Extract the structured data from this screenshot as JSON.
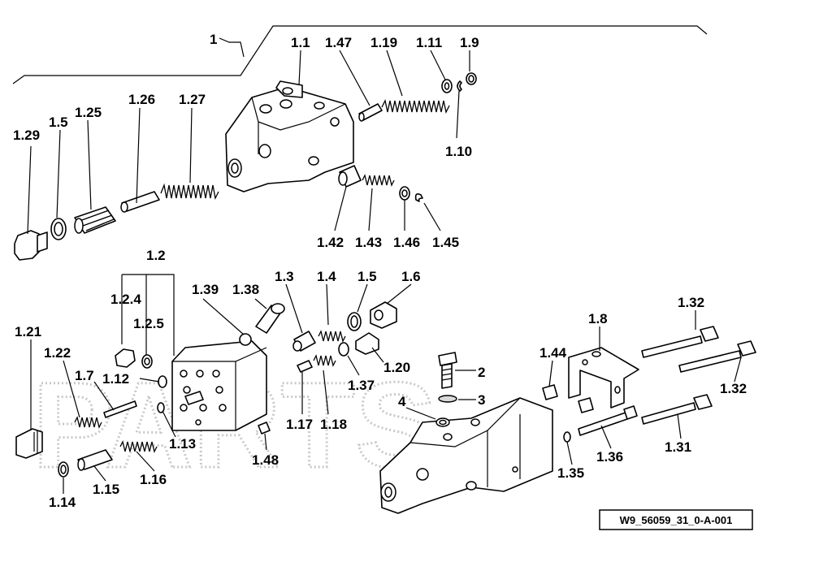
{
  "watermark": "PARTS",
  "reference_code": "W9_56059_31_0-A-001",
  "labels": {
    "l_1": "1",
    "l_1_1": "1.1",
    "l_1_47": "1.47",
    "l_1_19": "1.19",
    "l_1_11": "1.11",
    "l_1_9": "1.9",
    "l_1_10": "1.10",
    "l_1_26": "1.26",
    "l_1_27": "1.27",
    "l_1_29": "1.29",
    "l_1_5a": "1.5",
    "l_1_25": "1.25",
    "l_1_42": "1.42",
    "l_1_43": "1.43",
    "l_1_46": "1.46",
    "l_1_45": "1.45",
    "l_1_2": "1.2",
    "l_1_2_4": "1.2.4",
    "l_1_2_5": "1.2.5",
    "l_1_39": "1.39",
    "l_1_38": "1.38",
    "l_1_3": "1.3",
    "l_1_4": "1.4",
    "l_1_5b": "1.5",
    "l_1_6": "1.6",
    "l_1_21": "1.21",
    "l_1_22": "1.22",
    "l_1_7": "1.7",
    "l_1_12": "1.12",
    "l_1_13": "1.13",
    "l_1_14": "1.14",
    "l_1_15": "1.15",
    "l_1_16": "1.16",
    "l_1_17": "1.17",
    "l_1_18": "1.18",
    "l_1_37": "1.37",
    "l_1_20": "1.20",
    "l_1_48": "1.48",
    "l_2": "2",
    "l_3": "3",
    "l_4": "4",
    "l_1_8": "1.8",
    "l_1_44": "1.44",
    "l_1_32a": "1.32",
    "l_1_32b": "1.32",
    "l_1_36": "1.36",
    "l_1_35": "1.35",
    "l_1_31": "1.31"
  }
}
